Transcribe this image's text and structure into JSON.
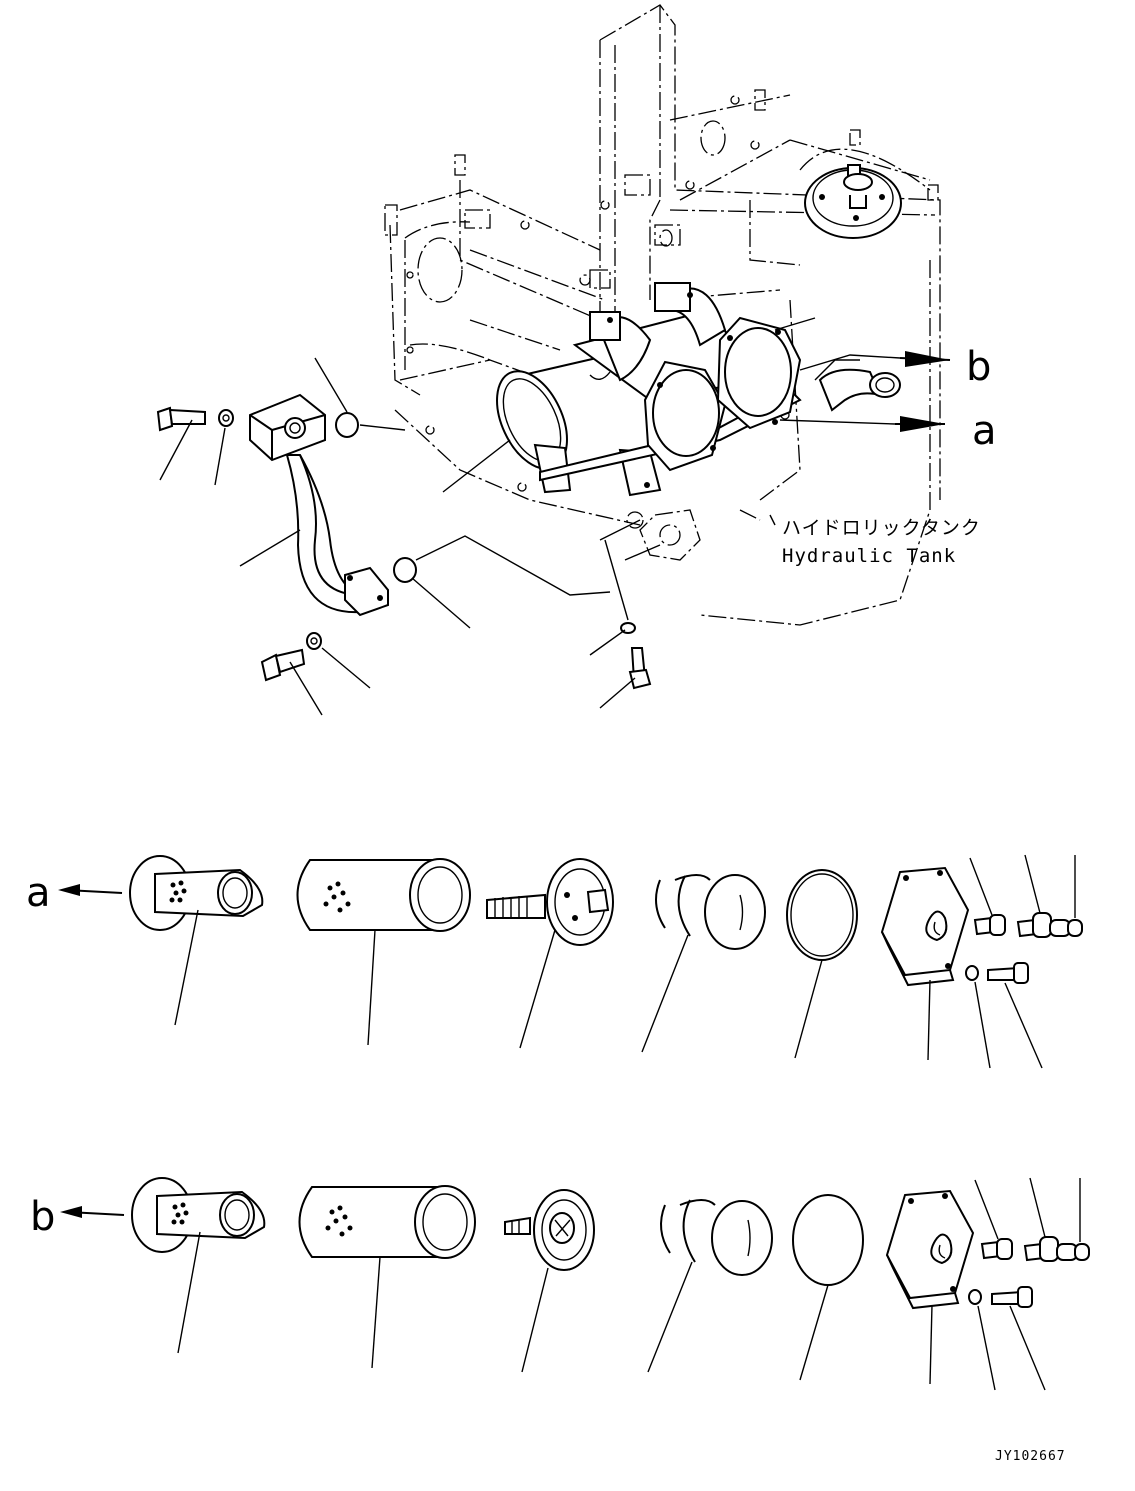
{
  "labels": {
    "a": "a",
    "b": "b"
  },
  "tank_label": {
    "japanese": "ハイドロリックタンク",
    "english": "Hydraulic Tank"
  },
  "drawing_code": "JY102667"
}
